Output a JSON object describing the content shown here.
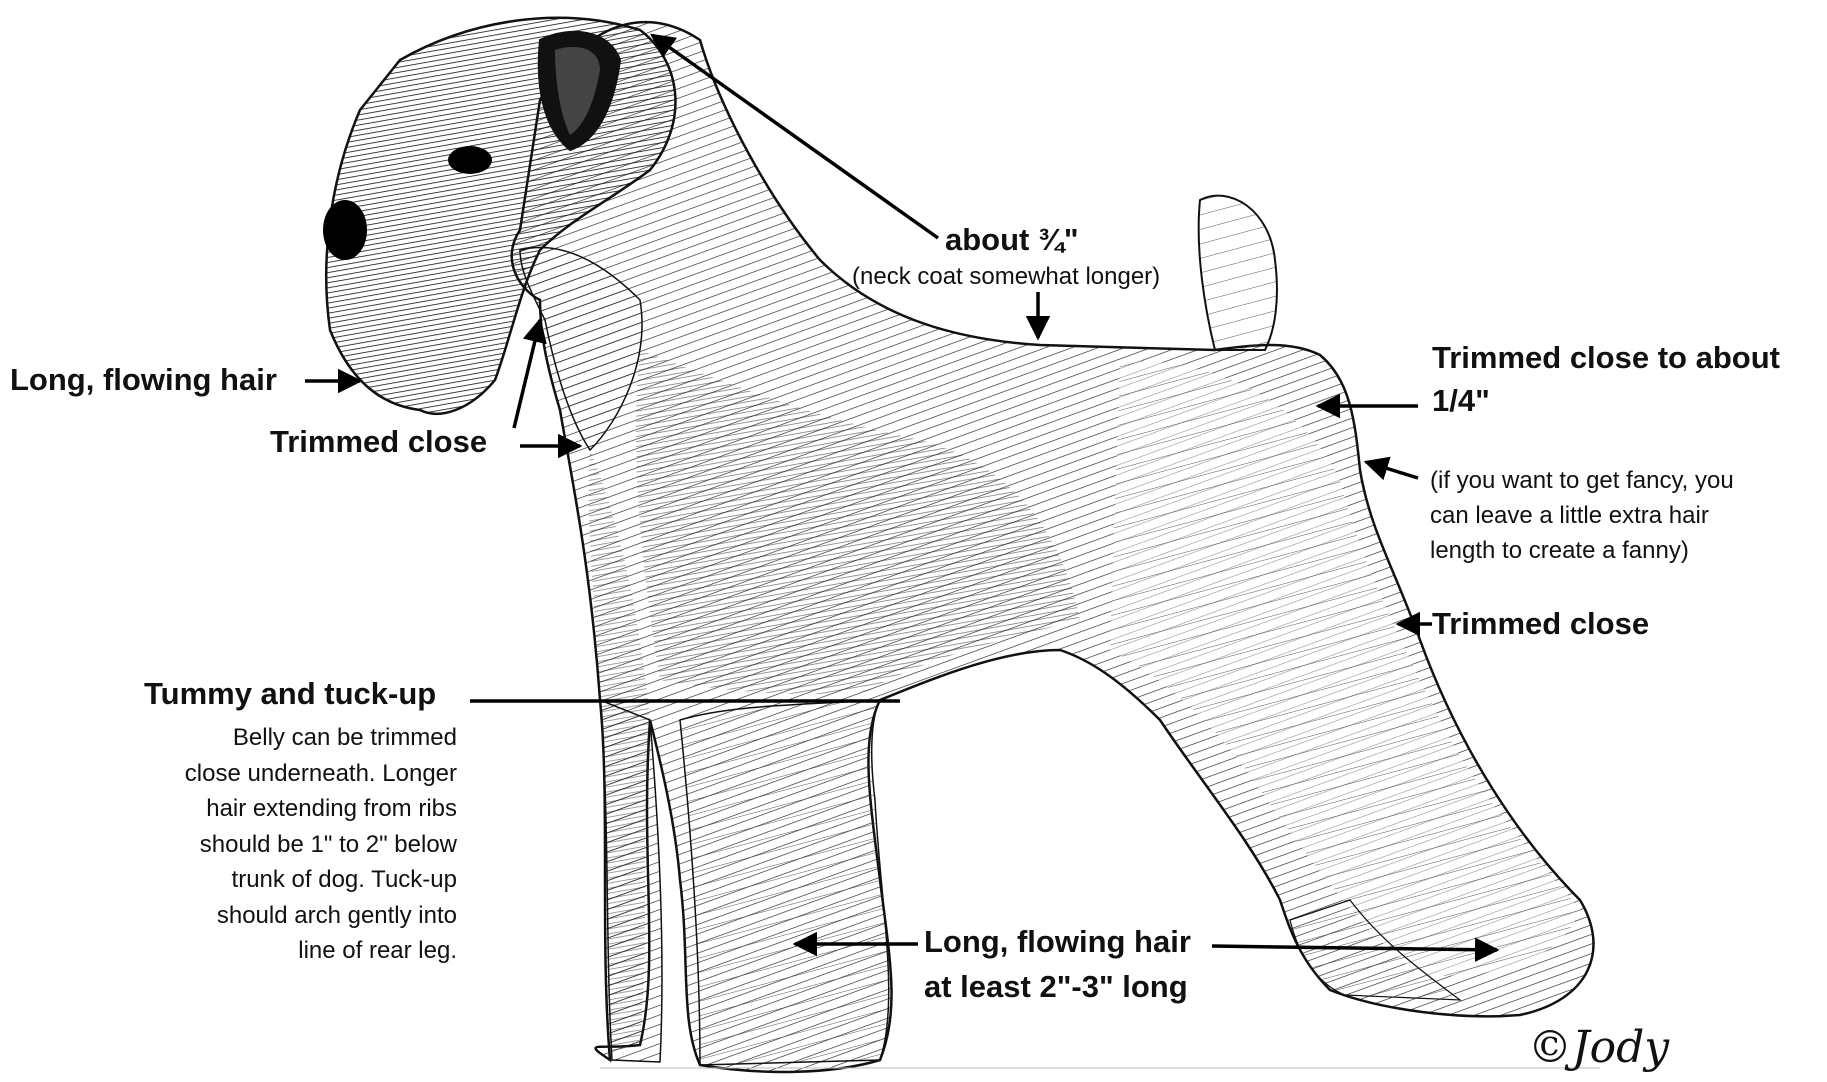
{
  "labels": {
    "head_hair": "Long, flowing hair",
    "neck_front": "Trimmed close",
    "back_main": "about ¾\"",
    "back_sub": "(neck coat somewhat longer)",
    "rear_main_1": "Trimmed close to about",
    "rear_main_2": "1/4\"",
    "rear_sub_1": "(if you want to get fancy, you",
    "rear_sub_2": "can leave a little extra hair",
    "rear_sub_3": "length to create a fanny)",
    "hock": "Trimmed close",
    "tummy_title": "Tummy and tuck-up",
    "tummy_lines": [
      "Belly can be trimmed",
      "close underneath. Longer",
      "hair extending from ribs",
      "should be 1\" to 2\" below",
      "trunk  of dog. Tuck-up",
      "should arch gently into",
      "line of rear leg."
    ],
    "legs_1": "Long, flowing hair",
    "legs_2": "at least 2\"-3\" long"
  },
  "signature": "©Jody",
  "illustration": "wheaten-terrier-dog"
}
